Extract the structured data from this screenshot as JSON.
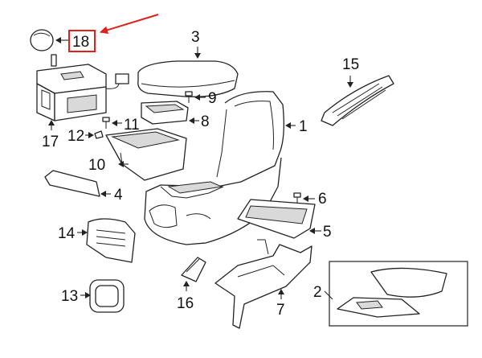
{
  "callouts": {
    "p1": "1",
    "p2": "2",
    "p3": "3",
    "p4": "4",
    "p5": "5",
    "p6": "6",
    "p7": "7",
    "p8": "8",
    "p9": "9",
    "p10": "10",
    "p11": "11",
    "p12": "12",
    "p13": "13",
    "p14": "14",
    "p15": "15",
    "p16": "16",
    "p17": "17",
    "p18": "18"
  },
  "highlight": {
    "part": "18",
    "box_color": "#e0201b",
    "arrow_color": "#e0201b"
  }
}
